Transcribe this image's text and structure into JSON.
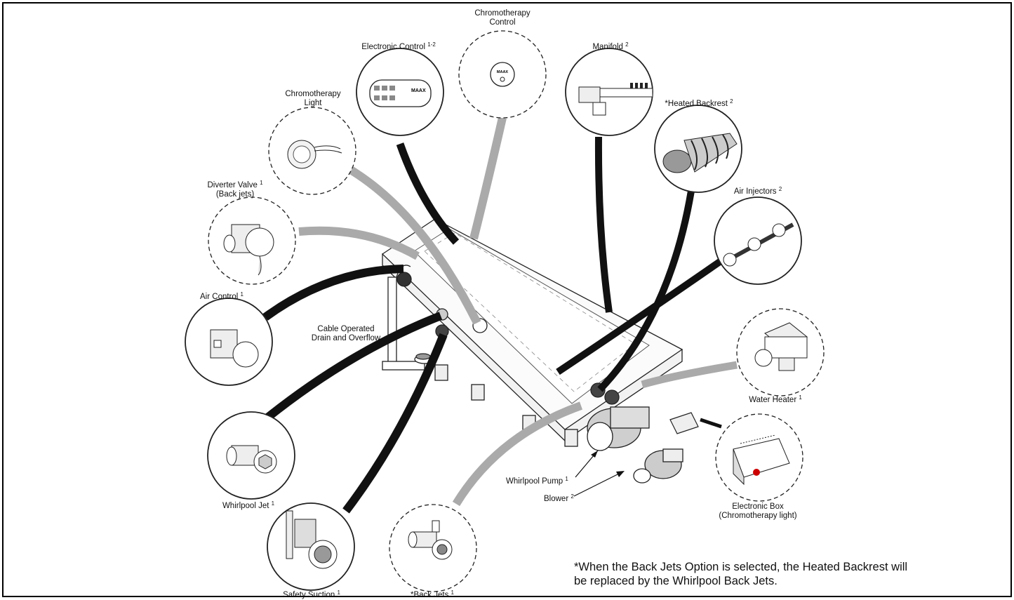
{
  "labels": {
    "chromotherapy_control_1": "Chromotherapy",
    "chromotherapy_control_2": "Control",
    "electronic_control": "Electronic Control",
    "electronic_control_sup": "1-2",
    "manifold": "Manifold",
    "manifold_sup": "2",
    "chromotherapy_light_1": "Chromotherapy",
    "chromotherapy_light_2": "Light",
    "heated_backrest": "*Heated Backrest",
    "heated_backrest_sup": "2",
    "diverter_valve_1": "Diverter Valve",
    "diverter_valve_sup": "1",
    "diverter_valve_2": "(Back jets)",
    "air_injectors": "Air Injectors",
    "air_injectors_sup": "2",
    "air_control": "Air Control",
    "air_control_sup": "1",
    "drain_1": "Cable Operated",
    "drain_2": "Drain and Overflow",
    "water_heater": "Water Heater",
    "water_heater_sup": "1",
    "whirlpool_pump": "Whirlpool Pump",
    "whirlpool_pump_sup": "1",
    "blower": "Blower",
    "blower_sup": "2",
    "whirlpool_jet": "Whirlpool Jet",
    "whirlpool_jet_sup": "1",
    "electronic_box_1": "Electronic Box",
    "electronic_box_2": "(Chromotherapy light)",
    "safety_suction": "Safety Suction",
    "safety_suction_sup": "1",
    "back_jets": "*Back Jets",
    "back_jets_sup": "1"
  },
  "panel_text": {
    "maax": "MAAX"
  },
  "note": {
    "line1": "*When the Back Jets Option is selected, the Heated Backrest will",
    "line2": "be replaced by the Whirlpool Back Jets."
  }
}
